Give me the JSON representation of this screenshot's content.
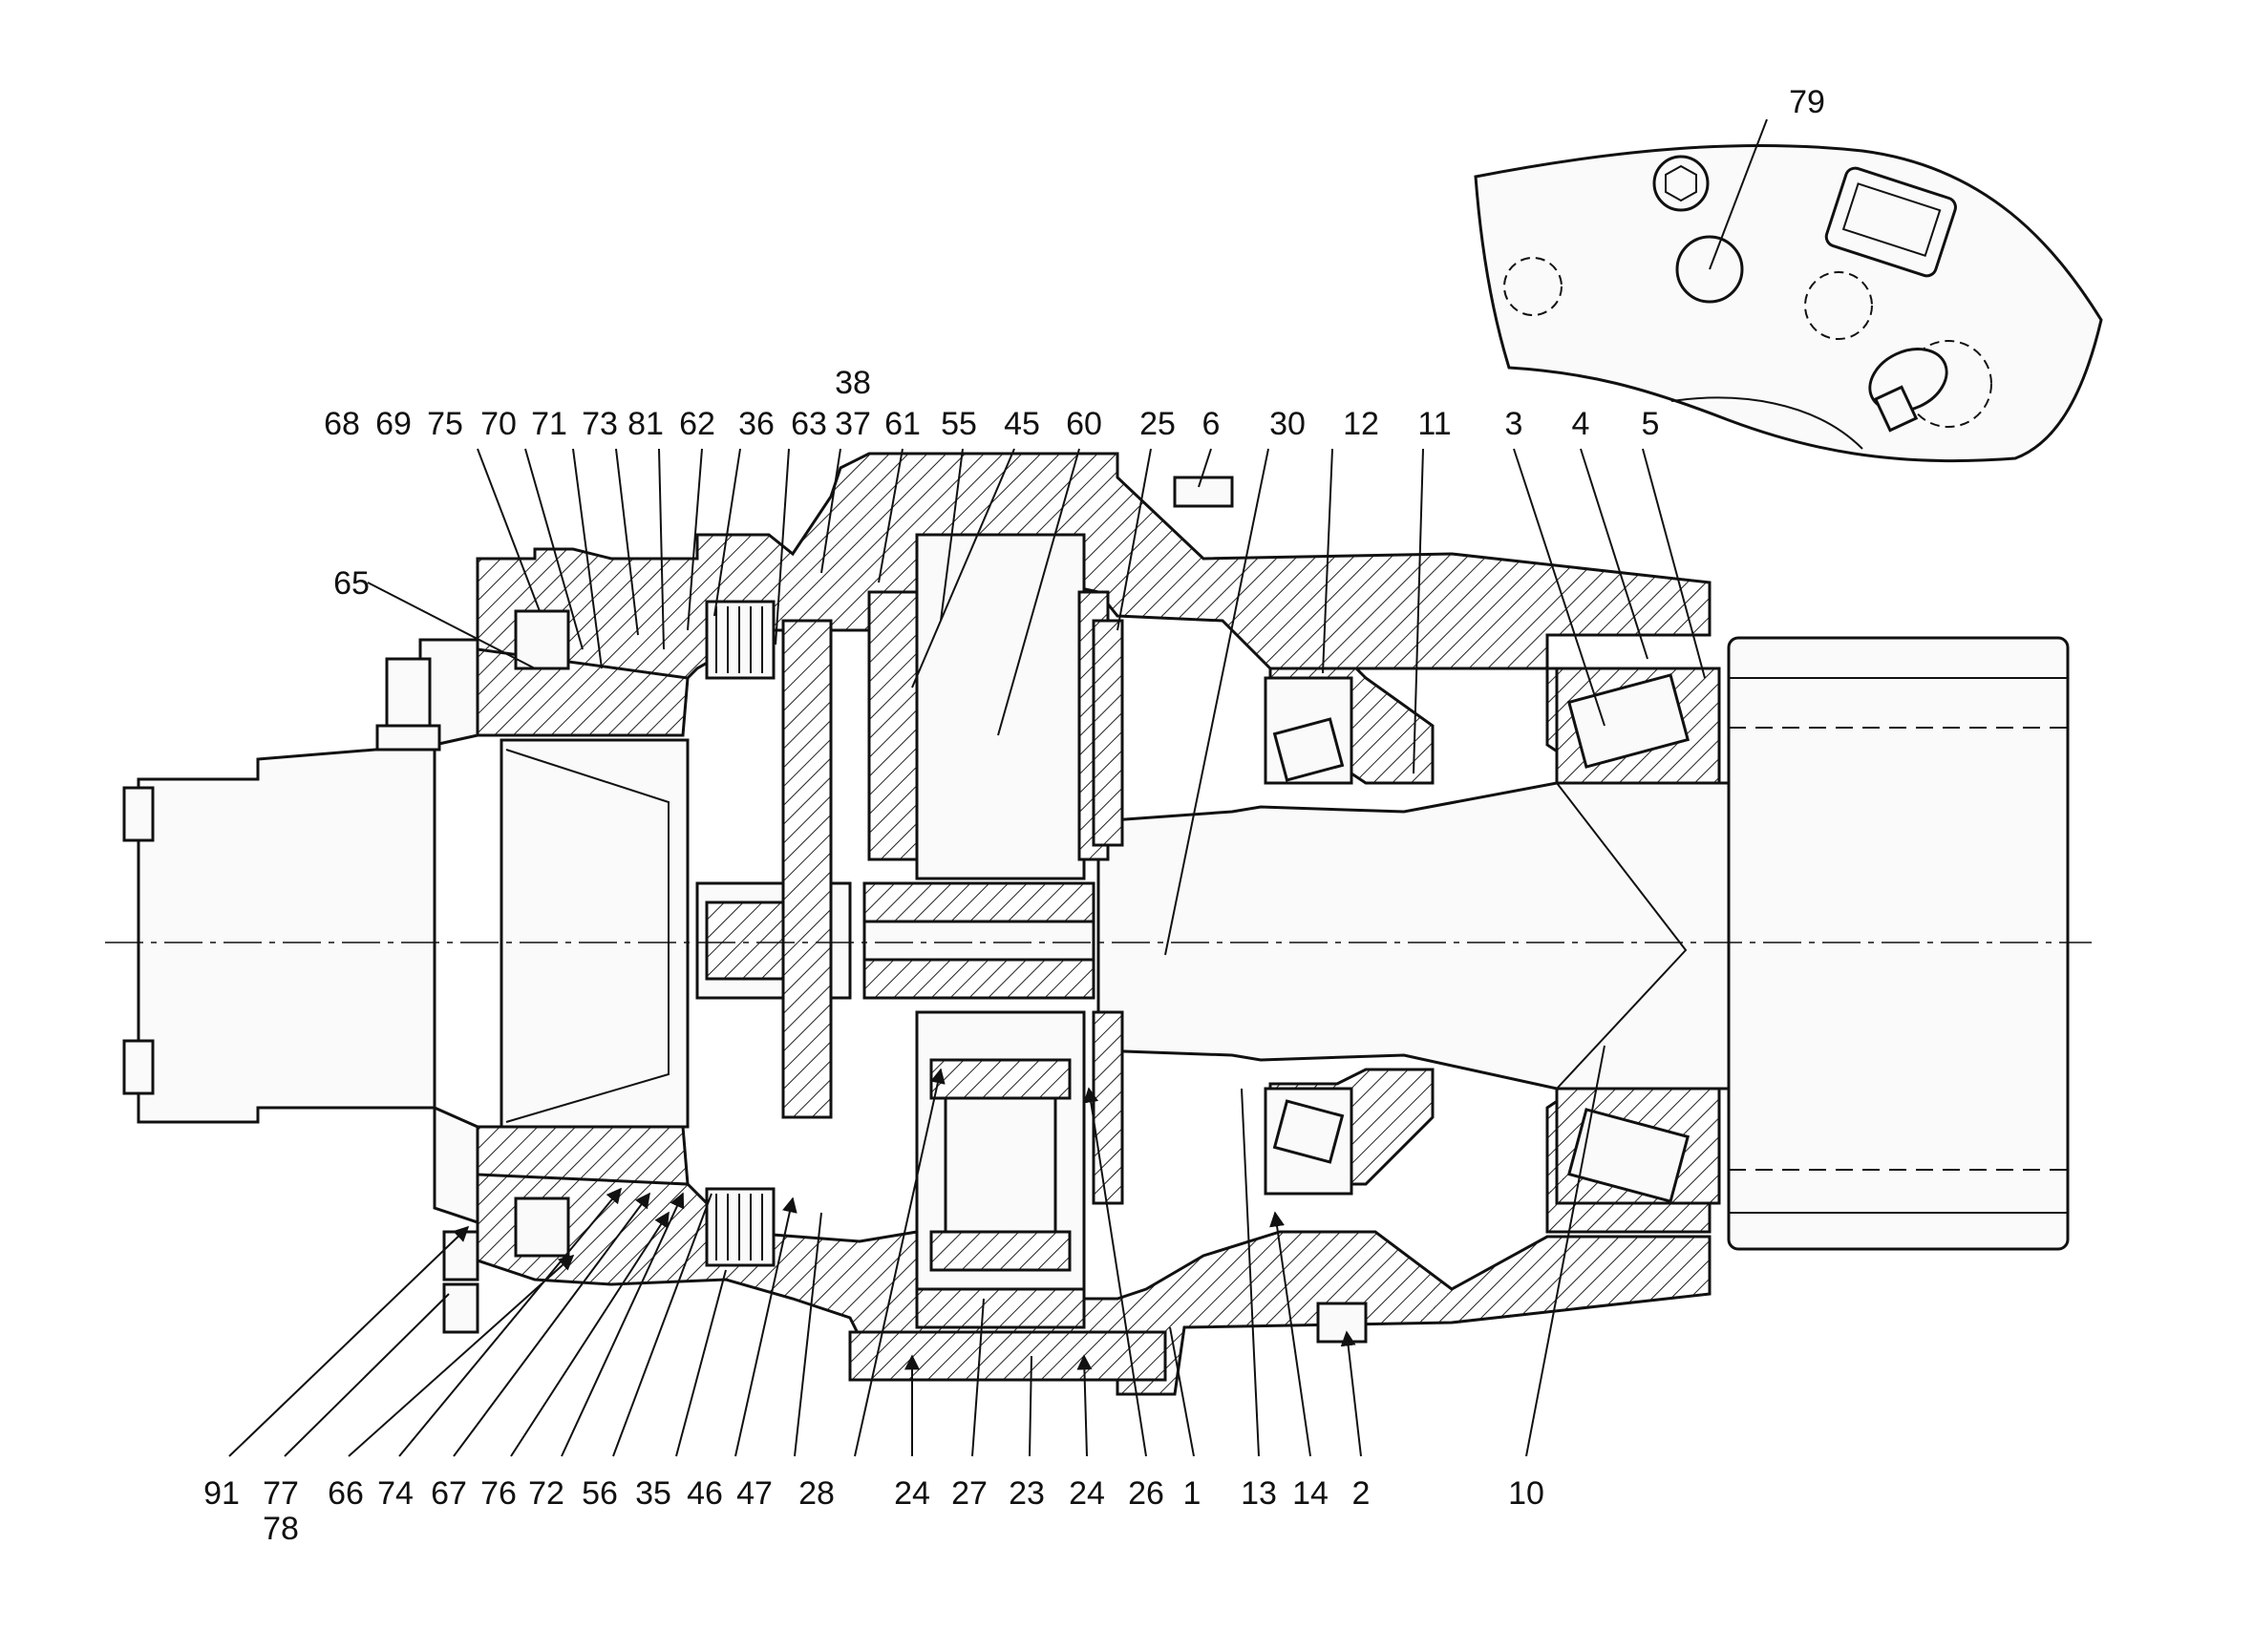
{
  "callouts_top": [
    "68",
    "69",
    "75",
    "70",
    "71",
    "73",
    "81",
    "62",
    "36",
    "63",
    "38",
    "37",
    "61",
    "55",
    "45",
    "60",
    "25",
    "6",
    "30",
    "12",
    "11",
    "3",
    "4",
    "5"
  ],
  "callouts_side": [
    "65"
  ],
  "callouts_inset": [
    "79"
  ],
  "callouts_bottom": [
    "91",
    "77",
    "78",
    "66",
    "74",
    "67",
    "76",
    "72",
    "56",
    "35",
    "46",
    "47",
    "28",
    "24",
    "27",
    "23",
    "24",
    "26",
    "1",
    "13",
    "14",
    "2",
    "10"
  ]
}
